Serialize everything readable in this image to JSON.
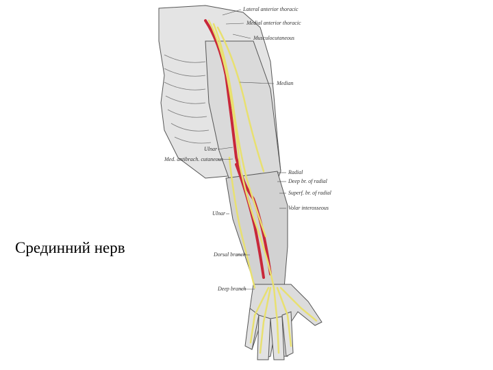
{
  "slide": {
    "title": "Срединний нерв"
  },
  "figure": {
    "labels": {
      "lateral_anterior_thoracic": "Lateral anterior thoracic",
      "medial_anterior_thoracic": "Medial anterior thoracic",
      "musculocutaneous": "Musculocutaneous",
      "median": "Median",
      "ulnar_upper": "Ulnar",
      "med_antibrach_cutaneous": "Med. antibrach. cutaneous",
      "radial": "Radial",
      "deep_br_radial": "Deep br. of radial",
      "superf_br_radial": "Superf. br. of radial",
      "volar_interosseous": "Volar interosseous",
      "ulnar_lower": "Ulnar",
      "dorsal_branch": "Dorsal branch",
      "deep_branch": "Deep branch"
    },
    "colors": {
      "artery": "#c8283a",
      "nerve": "#e8e070",
      "muscle": "#d6d6d6",
      "outline": "#555555"
    }
  }
}
